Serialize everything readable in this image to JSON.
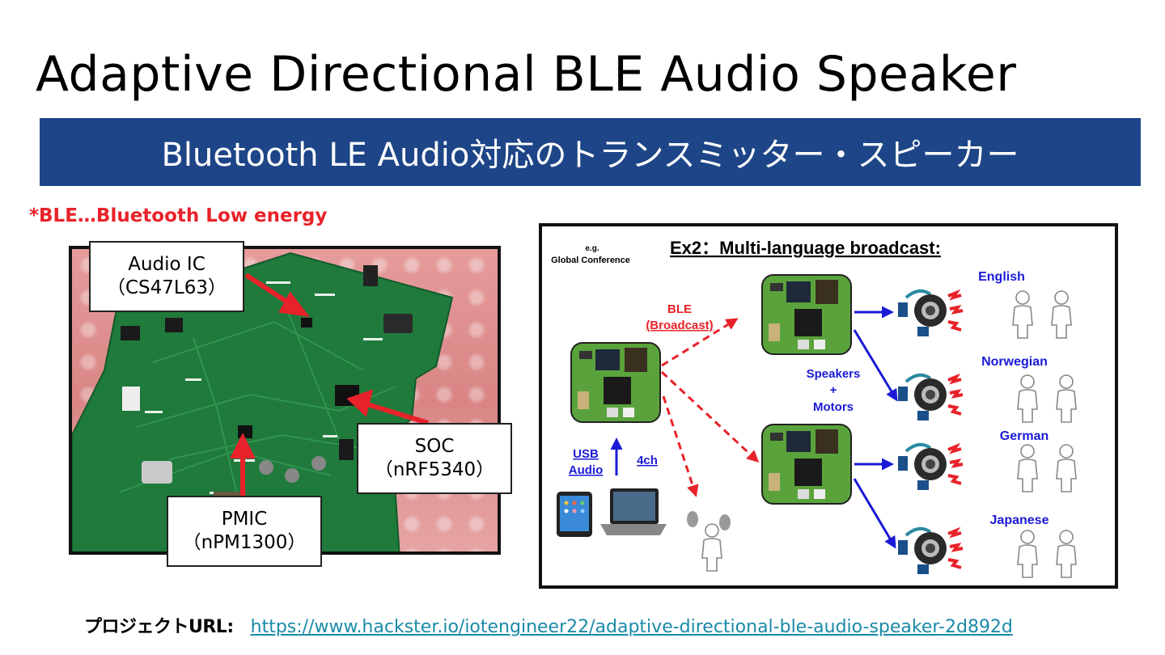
{
  "slide": {
    "title": "Adaptive Directional BLE Audio Speaker",
    "subtitle": "Bluetooth LE Audio対応のトランスミッター・スピーカー",
    "footnote": "*BLE…Bluetooth Low energy"
  },
  "photo": {
    "callouts": [
      {
        "line1": "Audio IC",
        "line2": "（CS47L63）"
      },
      {
        "line1": "SOC",
        "line2": "（nRF5340）"
      },
      {
        "line1": "PMIC",
        "line2": "（nPM1300）"
      }
    ]
  },
  "diagram": {
    "heading": "Ex2：Multi-language broadcast:",
    "eg_line1": "e.g.",
    "eg_line2": "Global Conference",
    "ble_line1": "BLE",
    "ble_line2": "(Broadcast)",
    "usb_line1": "USB",
    "usb_line2": "Audio",
    "channels": "4ch",
    "speakers_line1": "Speakers",
    "speakers_line2": "+",
    "speakers_line3": "Motors",
    "languages": [
      "English",
      "Norwegian",
      "German",
      "Japanese"
    ]
  },
  "footer": {
    "label": "プロジェクトURL:",
    "url": "https://www.hackster.io/iotengineer22/adaptive-directional-ble-audio-speaker-2d892d"
  },
  "colors": {
    "banner": "#1d4587",
    "footnote": "#e8222a",
    "arrow_red": "#e8222a",
    "arrow_blue": "#1a1ad6",
    "board_green": "#5aa33c",
    "link": "#1a8aa8"
  }
}
